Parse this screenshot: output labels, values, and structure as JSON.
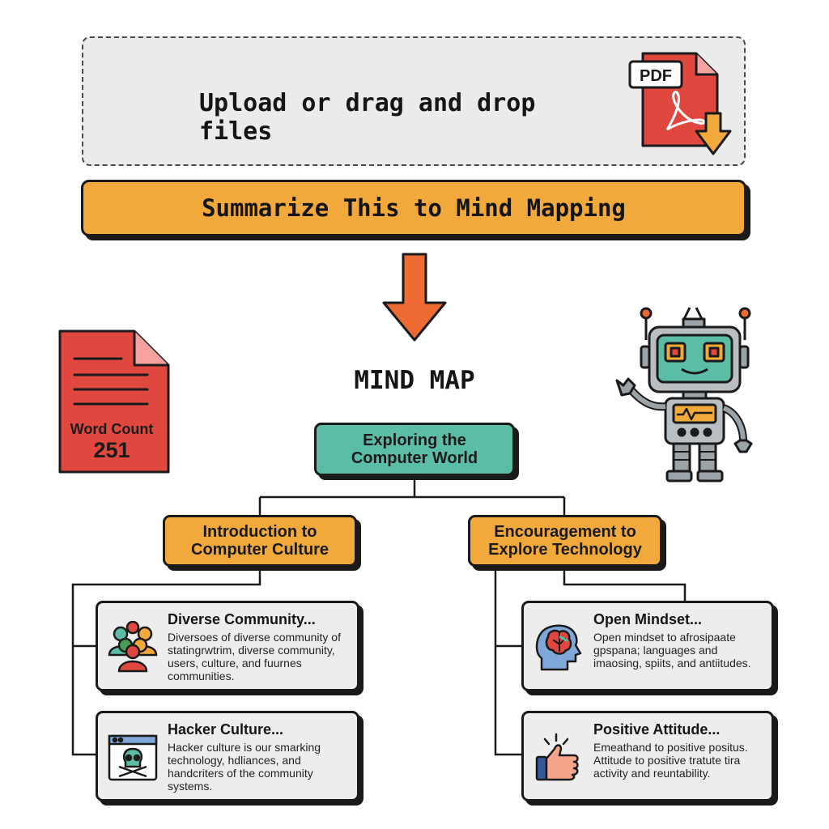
{
  "upload": {
    "label": "Upload or drag and drop files",
    "file_badge": "PDF"
  },
  "action": {
    "label": "Summarize This to Mind Mapping"
  },
  "mind_map": {
    "title": "MIND MAP",
    "root": {
      "line1": "Exploring the",
      "line2": "Computer World"
    },
    "branches": [
      {
        "line1": "Introduction to",
        "line2": "Computer Culture",
        "cards": [
          {
            "title": "Diverse Community...",
            "body": "Diversoes of diverse community of statingrwtrim, diverse community, users, culture, and fuurnes communities.",
            "icon": "people-group-icon"
          },
          {
            "title": "Hacker Culture...",
            "body": "Hacker culture is our smarking technology, hdliances, and handcriters of the community systems.",
            "icon": "skull-window-icon"
          }
        ]
      },
      {
        "line1": "Encouragement to",
        "line2": "Explore Technology",
        "cards": [
          {
            "title": "Open Mindset...",
            "body": "Open mindset to afrosipaate gpspana; languages and imaosing, spiits, and antiitudes.",
            "icon": "brain-head-icon"
          },
          {
            "title": "Positive Attitude...",
            "body": "Emeathand to positive positus. Attitude to positive tratute tira activity and reuntability.",
            "icon": "thumbs-up-icon"
          }
        ]
      }
    ]
  },
  "word_count": {
    "label": "Word Count",
    "value": "251"
  },
  "colors": {
    "accent_orange": "#f2a93c",
    "root_teal": "#5cbda6",
    "pdf_red": "#e0473f",
    "arrow_orange": "#ee6a33",
    "card_bg": "#ededed"
  }
}
